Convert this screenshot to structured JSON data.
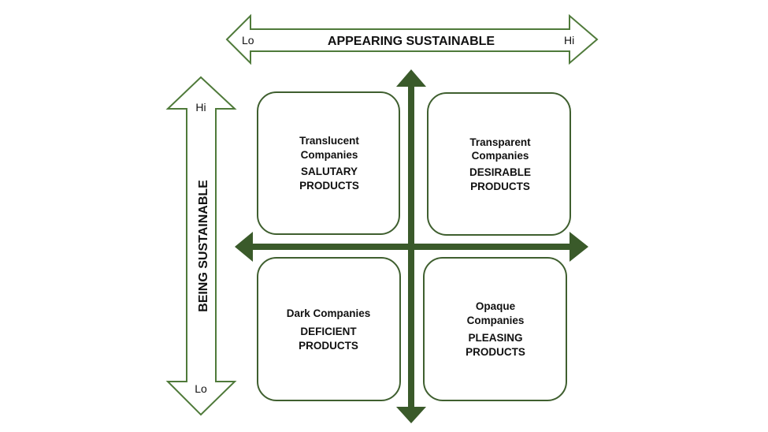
{
  "horizontal_axis": {
    "title": "APPEARING SUSTAINABLE",
    "low_label": "Lo",
    "high_label": "Hi"
  },
  "vertical_axis": {
    "title": "BEING SUSTAINABLE",
    "low_label": "Lo",
    "high_label": "Hi"
  },
  "quadrants": {
    "top_left": {
      "company_line1": "Translucent",
      "company_line2": "Companies",
      "product_line1": "SALUTARY",
      "product_line2": "PRODUCTS"
    },
    "top_right": {
      "company_line1": "Transparent",
      "company_line2": "Companies",
      "product_line1": "DESIRABLE",
      "product_line2": "PRODUCTS"
    },
    "bottom_left": {
      "company_line1": "Dark Companies",
      "product_line1": "DEFICIENT",
      "product_line2": "PRODUCTS"
    },
    "bottom_right": {
      "company_line1": "Opaque",
      "company_line2": "Companies",
      "product_line1": "PLEASING",
      "product_line2": "PRODUCTS"
    }
  },
  "colors": {
    "arrow_dark_green": "#3a5a2a",
    "outline_green": "#4f7a3a",
    "box_border": "#3f5f2f"
  }
}
